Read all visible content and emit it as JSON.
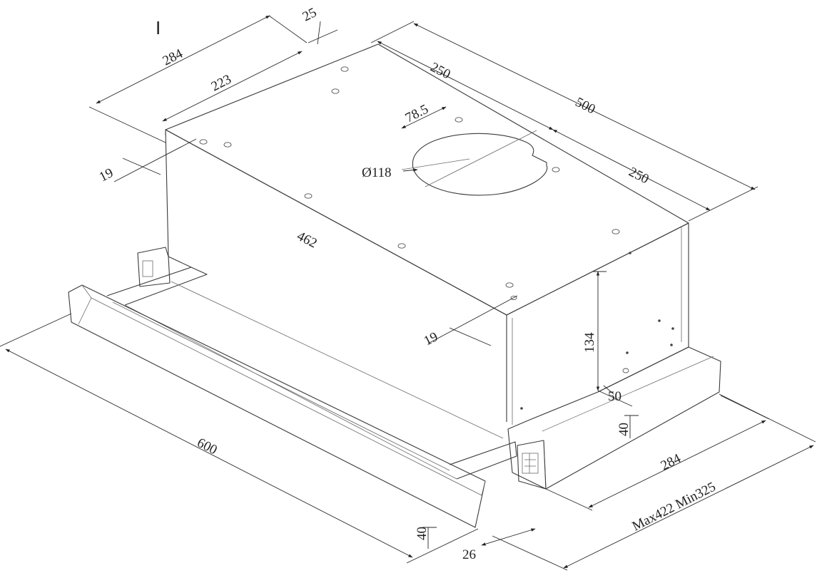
{
  "view_marker": "I",
  "dimensions": {
    "top_depth": "284",
    "top_inner": "223",
    "top_offset": "25",
    "half_a": "250",
    "overall_width": "500",
    "half_b": "250",
    "hole_offset": "78.5",
    "outlet_diameter": "Ø118",
    "edge_left": "19",
    "body_length": "462",
    "edge_front": "19",
    "body_height": "134",
    "step": "50",
    "base_height": "40",
    "base_depth": "284",
    "extension_range": "Max422 Min325",
    "front_width": "600",
    "panel_height": "40",
    "panel_depth": "26"
  }
}
